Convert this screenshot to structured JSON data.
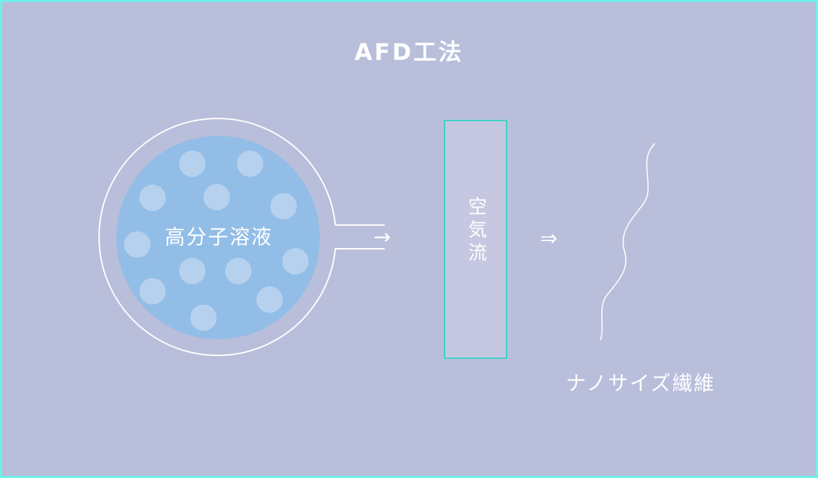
{
  "title": "AFD工法",
  "solution_label": "高分子溶液",
  "air_label": "空気流",
  "fiber_label": "ナノサイズ繊維",
  "arrow1": "→",
  "arrow2": "⇒",
  "colors": {
    "background": "#b9bedb",
    "frame_border": "#6ff0ea",
    "solution_fill": "#92bde6",
    "droplet_fill": "#b6d1ee",
    "air_box_fill": "#c5c8e0",
    "air_box_border": "#3fd1c6",
    "text": "#ffffff"
  }
}
